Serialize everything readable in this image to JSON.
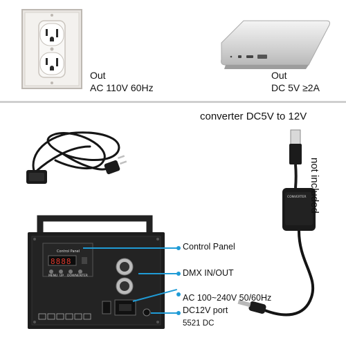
{
  "top_left": {
    "heading": "Out",
    "spec": "AC 110V  60Hz"
  },
  "top_right": {
    "heading": "Out",
    "spec": "DC 5V  ≥2A"
  },
  "converter": {
    "title": "converter DC5V to 12V",
    "note": "not included",
    "box_label": "CONVERTER"
  },
  "callouts": {
    "control_panel": "Control Panel",
    "dmx": "DMX IN/OUT",
    "ac": "AC 100~240V 50/60Hz",
    "dc_port": "DC12V port",
    "dc_size": "5521 DC"
  },
  "device": {
    "panel_title": "Control Panel",
    "display_value": "8888",
    "buttons": [
      "MENU",
      "UP",
      "DOWN",
      "ENTER"
    ]
  },
  "colors": {
    "callout_line": "#1f9bd6",
    "device_body": "#1d1d1d"
  }
}
